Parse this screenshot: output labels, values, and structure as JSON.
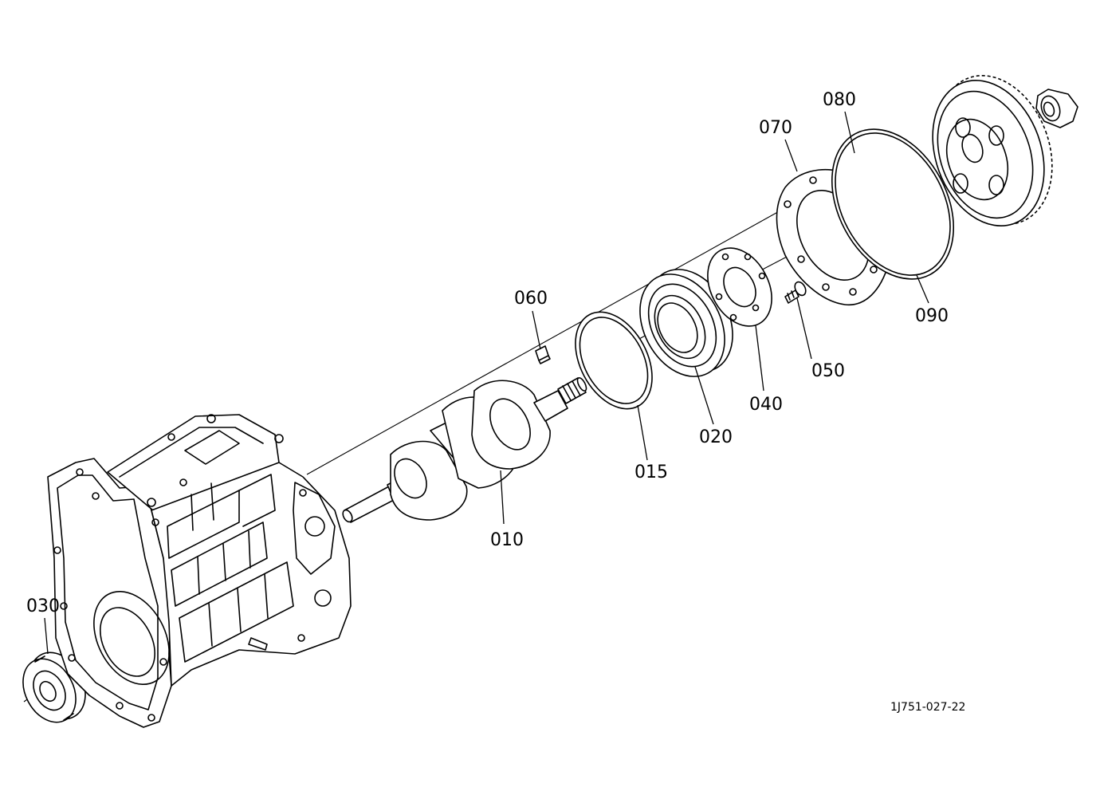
{
  "diagram": {
    "drawing_code": "1J751-027-22",
    "parts": [
      {
        "id": "010",
        "name": "crankshaft"
      },
      {
        "id": "015",
        "name": "gasket"
      },
      {
        "id": "020",
        "name": "bearing"
      },
      {
        "id": "030",
        "name": "bearing"
      },
      {
        "id": "040",
        "name": "retainer-plate"
      },
      {
        "id": "050",
        "name": "screw"
      },
      {
        "id": "060",
        "name": "key"
      },
      {
        "id": "070",
        "name": "bearing-cover"
      },
      {
        "id": "080",
        "name": "bolt"
      },
      {
        "id": "090",
        "name": "o-ring"
      }
    ]
  }
}
